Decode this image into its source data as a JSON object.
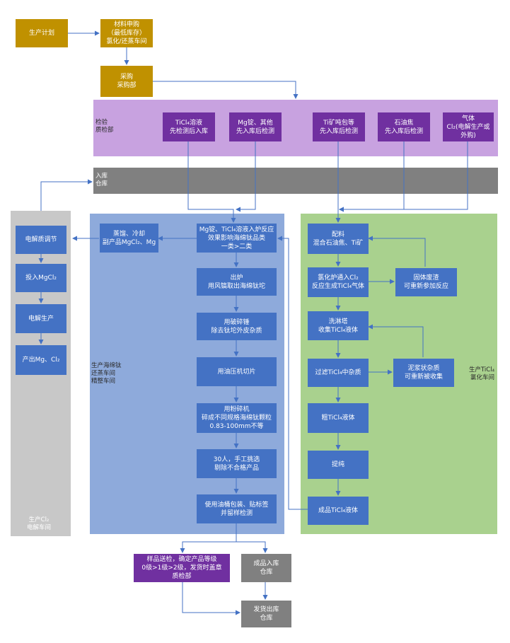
{
  "regions": {
    "qc": {
      "label": [
        "检验",
        "质检部"
      ],
      "color": "#c8a2e0"
    },
    "warehouse": {
      "label": [
        "入库",
        "仓库"
      ],
      "color": "#808080"
    },
    "sponge": {
      "label": [
        "生产海绵钛",
        "还蒸车间",
        "精整车间"
      ],
      "color": "#8eaadb"
    },
    "chlorination": {
      "label": [
        "生产TiCl₄",
        "氯化车间"
      ],
      "color": "#a9d18e"
    },
    "electrolysis": {
      "label": [
        "生产Cl₂",
        "电解车间"
      ],
      "color": "#c8c8c8"
    }
  },
  "boxes": {
    "plan": [
      "生产计划"
    ],
    "material": [
      "材料申购",
      "（最低库存）",
      "氯化/还蒸车间"
    ],
    "purchase": [
      "采购",
      "采购部"
    ],
    "qc1": [
      "TiCl₄溶液",
      "先检测后入库"
    ],
    "qc2": [
      "Mg锭、其他",
      "先入库后检测"
    ],
    "qc3": [
      "Ti矿吨包等",
      "先入库后检测"
    ],
    "qc4": [
      "石油焦",
      "先入库后检测"
    ],
    "qc5": [
      "气体",
      "Cl₂(电解生产或",
      "外购)"
    ],
    "s1": [
      "Mg锭、TiCl₄溶液入炉反应",
      "效果影响海绵钛品类",
      "一类>二类"
    ],
    "s_side": [
      "蒸馏、冷却",
      "副产品MgCl₂、Mg"
    ],
    "s2": [
      "出炉",
      "用风镐取出海绵钛坨"
    ],
    "s3": [
      "用破碎锤",
      "除去钛坨外皮杂质"
    ],
    "s4": [
      "用油压机切片"
    ],
    "s5": [
      "用粉碎机",
      "碎成不同规格海绵钛颗粒",
      "0.83-100mm不等"
    ],
    "s6": [
      "30人，手工挑选",
      "剔除不合格产品"
    ],
    "s7": [
      "使用油桶包装、贴标签",
      "并留样检测"
    ],
    "c1": [
      "配料",
      "混合石油焦、Ti矿"
    ],
    "c2": [
      "氯化炉通入Cl₂",
      "反应生成TiCl₄气体"
    ],
    "c2_side": [
      "固体废渣",
      "可重新参加反应"
    ],
    "c3": [
      "洗淋塔",
      "收集TiCl₄液体"
    ],
    "c4": [
      "过滤TiCl₄中杂质"
    ],
    "c4_side": [
      "泥浆状杂质",
      "可重新被收集"
    ],
    "c5": [
      "粗TiCl₄液体"
    ],
    "c6": [
      "提纯"
    ],
    "c7": [
      "成品TiCl₄液体"
    ],
    "e1": [
      "电解质调节"
    ],
    "e2": [
      "投入MgCl₂"
    ],
    "e3": [
      "电解生产"
    ],
    "e4": [
      "产出Mg、Cl₂"
    ],
    "sample": [
      "样品送检，确定产品等级",
      "0级>1级>2级，发货时盖章",
      "质检部"
    ],
    "store": [
      "成品入库",
      "仓库"
    ],
    "ship": [
      "发货出库",
      "仓库"
    ]
  },
  "colors": {
    "gold": "#c09100",
    "purple": "#7030a0",
    "blue": "#4472c4",
    "gray": "#808080",
    "arrow": "#4472c4"
  }
}
